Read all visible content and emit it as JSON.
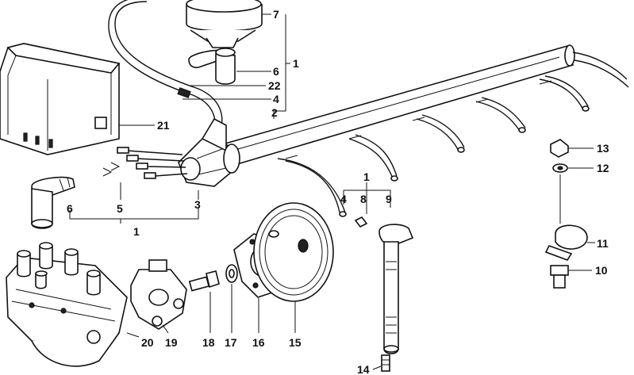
{
  "diagram": {
    "callouts": [
      {
        "id": "c7",
        "text": "7"
      },
      {
        "id": "c1a",
        "text": "1"
      },
      {
        "id": "c6a",
        "text": "6"
      },
      {
        "id": "c22",
        "text": "22"
      },
      {
        "id": "c4a",
        "text": "4"
      },
      {
        "id": "c2",
        "text": "2"
      },
      {
        "id": "c21",
        "text": "21"
      },
      {
        "id": "c1b",
        "text": "1"
      },
      {
        "id": "c4b",
        "text": "4"
      },
      {
        "id": "c8",
        "text": "8"
      },
      {
        "id": "c9",
        "text": "9"
      },
      {
        "id": "c13",
        "text": "13"
      },
      {
        "id": "c12",
        "text": "12"
      },
      {
        "id": "c6b",
        "text": "6"
      },
      {
        "id": "c5",
        "text": "5"
      },
      {
        "id": "c3",
        "text": "3"
      },
      {
        "id": "c1c",
        "text": "1"
      },
      {
        "id": "c11",
        "text": "11"
      },
      {
        "id": "c10",
        "text": "10"
      },
      {
        "id": "c20",
        "text": "20"
      },
      {
        "id": "c19",
        "text": "19"
      },
      {
        "id": "c18",
        "text": "18"
      },
      {
        "id": "c17",
        "text": "17"
      },
      {
        "id": "c16",
        "text": "16"
      },
      {
        "id": "c15",
        "text": "15"
      },
      {
        "id": "c14",
        "text": "14"
      }
    ]
  }
}
